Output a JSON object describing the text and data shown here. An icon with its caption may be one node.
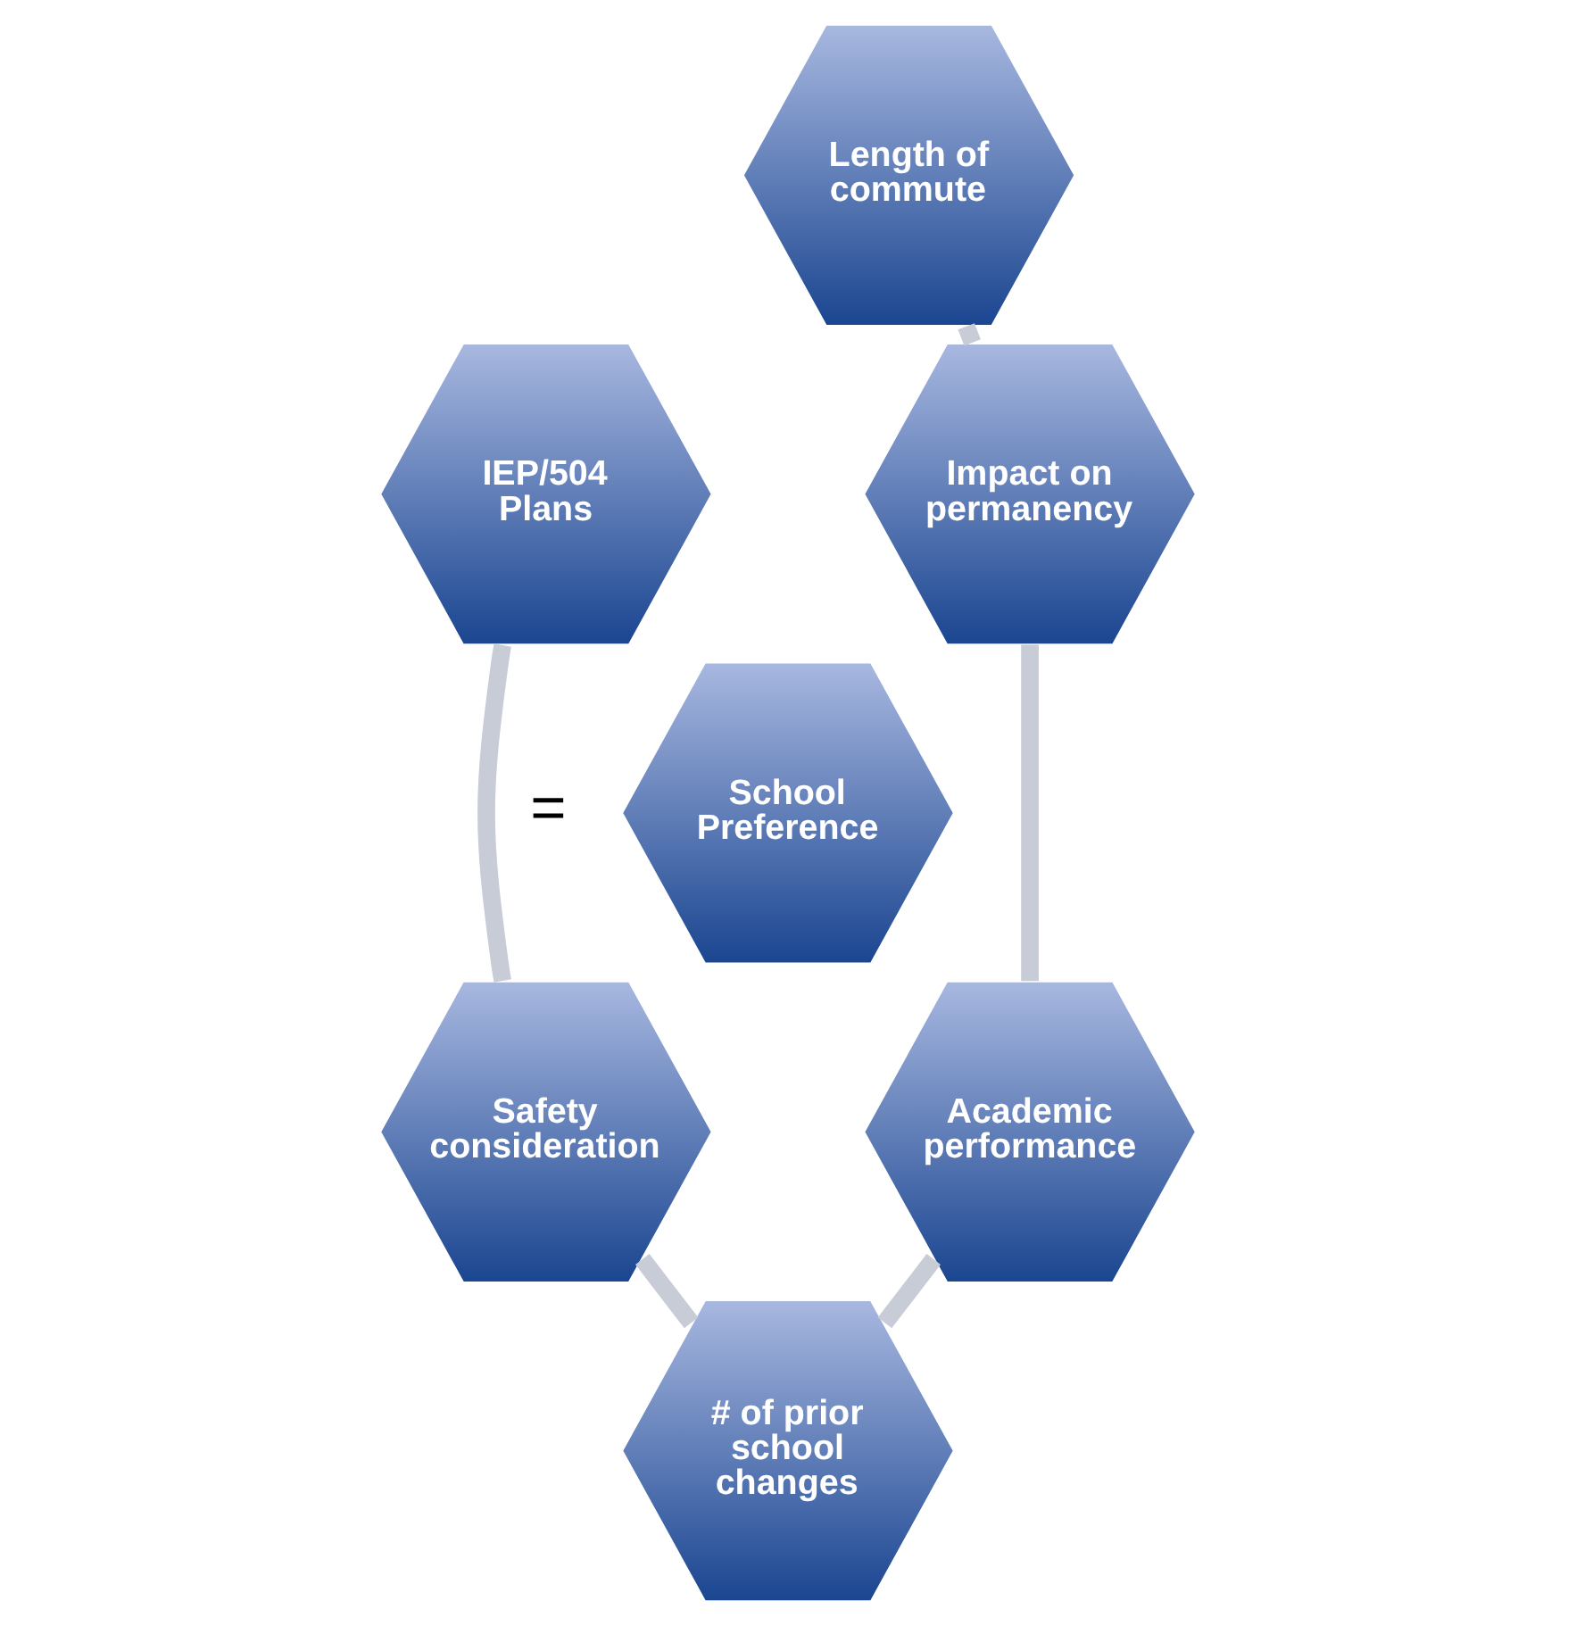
{
  "diagram": {
    "nodes": [
      {
        "text": [
          "Length of commute"
        ]
      },
      {
        "text": [
          "IEP/504 Plans"
        ]
      },
      {
        "text": [
          "Impact on permanency"
        ]
      },
      {
        "text": [
          "School Preference"
        ]
      },
      {
        "text": [
          "Safety consideration"
        ]
      },
      {
        "text": [
          "Academic performance"
        ]
      },
      {
        "text": [
          "# of prior school changes"
        ]
      }
    ],
    "edges": [
      {
        "from": 0,
        "to": 2,
        "arrow": "none"
      },
      {
        "from": 2,
        "to": 5,
        "arrow": "none"
      },
      {
        "from": 5,
        "to": 6,
        "arrow": "none"
      },
      {
        "from": 6,
        "to": 4,
        "arrow": "none"
      },
      {
        "from": 4,
        "to": 1,
        "arrow": "none"
      }
    ],
    "labels": [
      "="
    ]
  }
}
